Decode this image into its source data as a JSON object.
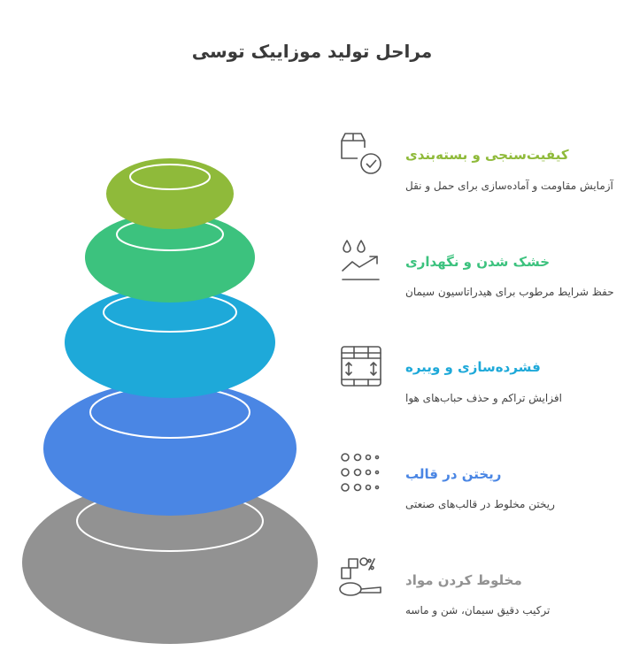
{
  "title": "مراحل تولید موزاییک توسی",
  "colors": {
    "stage1": "#8FBA3A",
    "stage2": "#3CC27E",
    "stage3": "#1EA9D9",
    "stage4": "#4A86E4",
    "stage5": "#929292"
  },
  "stages": [
    {
      "title": "کیفیت‌سنجی و بسته‌بندی",
      "desc": "آزمایش مقاومت و آماده‌سازی برای حمل و نقل",
      "icon": "box-check-icon"
    },
    {
      "title": "خشک شدن و نگهداری",
      "desc": "حفظ شرایط مرطوب برای هیدراتاسیون سیمان",
      "icon": "water-drops-trend-icon"
    },
    {
      "title": "فشرده‌سازی و ویبره",
      "desc": "افزایش تراکم و حذف حباب‌های هوا",
      "icon": "compression-grid-icon"
    },
    {
      "title": "ریختن در قالب",
      "desc": "ریختن مخلوط در قالب‌های صنعتی",
      "icon": "dot-grid-icon"
    },
    {
      "title": "مخلوط کردن مواد",
      "desc": "ترکیب دقیق سیمان، شن و ماسه",
      "icon": "mixing-ingredients-icon"
    }
  ]
}
